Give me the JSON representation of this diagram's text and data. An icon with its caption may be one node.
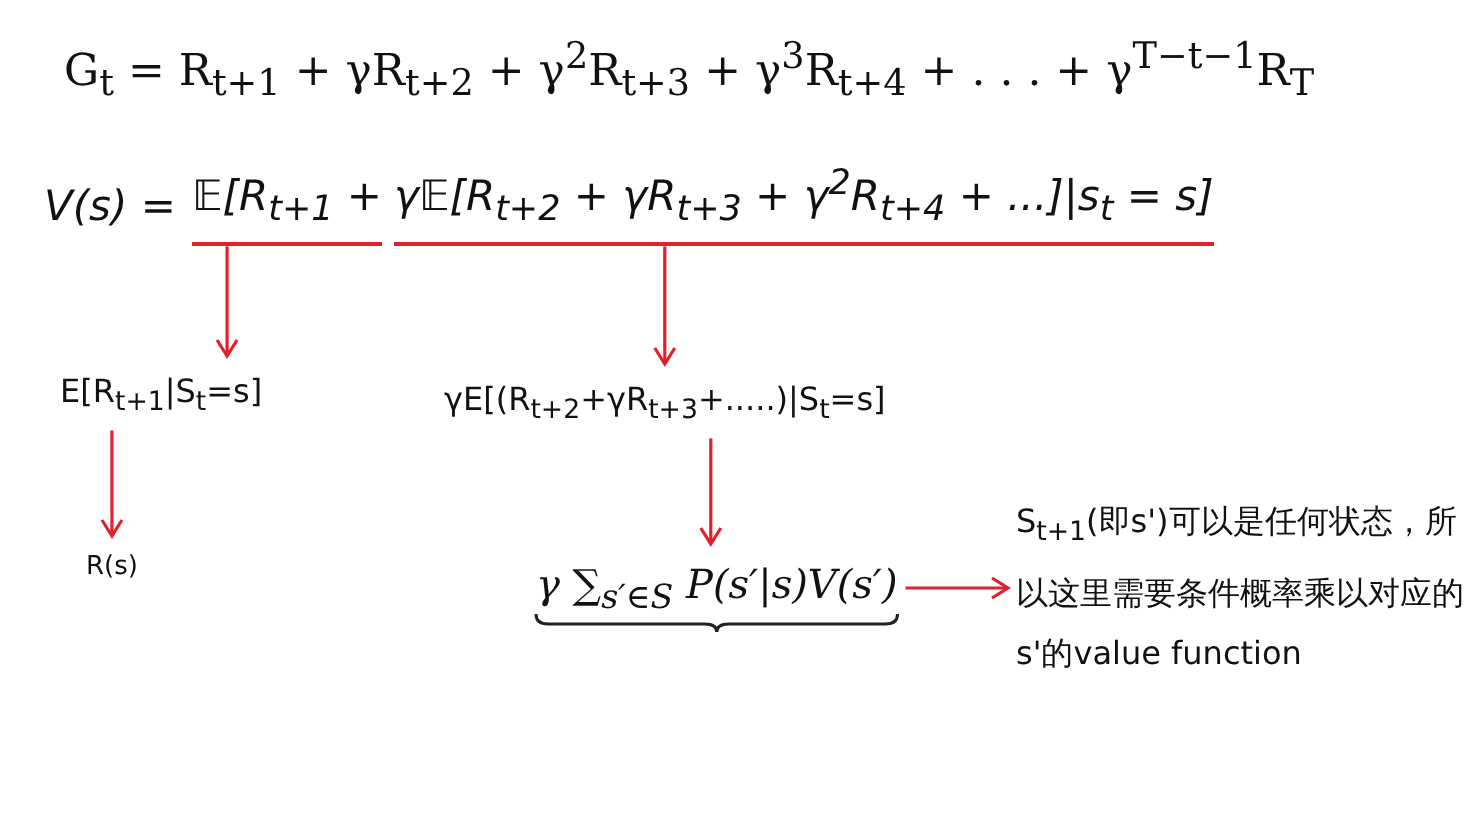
{
  "diagram": {
    "nodes": [
      {
        "text": [
          "𝔼[R$_{t+1}$ +"
        ]
      },
      {
        "text": [
          "γ𝔼[R$_{t+2}$ + γR$_{t+3}$ + γ$^{2}$R$_{t+4}$ + ...]|s$_{t}$ = s]"
        ]
      },
      {
        "text": [
          "E[R$_{t+1}$|S$_{t}$=s]"
        ]
      },
      {
        "text": [
          "γE[(R$_{t+2}$+γR$_{t+3}$+.....)|S$_{t}$=s]"
        ]
      },
      {
        "text": [
          "R(s)"
        ]
      },
      {
        "text": [
          "γ ∑$_{s′∈S}$ P(s′|s)V(s′)"
        ]
      },
      {
        "text": [
          "S$_{t+1}$(即s')可以是任何状态，所以这里需要条件概率乘以对应的s'的value function"
        ]
      }
    ],
    "edges": [
      {
        "from": 0,
        "to": 2,
        "arrow": "to"
      },
      {
        "from": 1,
        "to": 3,
        "arrow": "to"
      },
      {
        "from": 2,
        "to": 4,
        "arrow": "to"
      },
      {
        "from": 3,
        "to": 5,
        "arrow": "to"
      },
      {
        "from": 5,
        "to": 6,
        "arrow": "to"
      }
    ],
    "labels": [
      "G$_{t}$ = R$_{t+1}$ + γR$_{t+2}$ + γ$^{2}$R$_{t+3}$ + γ$^{3}$R$_{t+4}$ + . . . + γ$^{T−t−1}$R$_{T}$",
      "V(s) ="
    ]
  }
}
